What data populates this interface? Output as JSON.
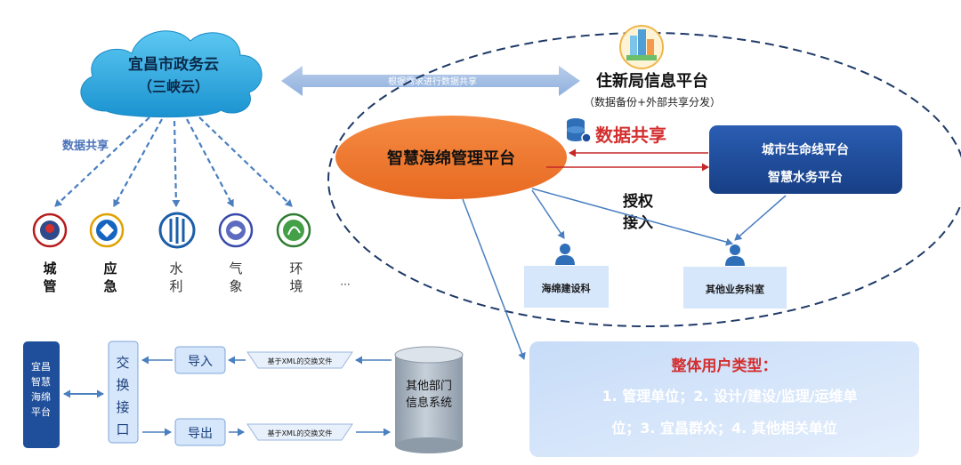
{
  "cloud": {
    "line1": "宜昌市政务云",
    "line2": "（三峡云）"
  },
  "link_top": "根据需求进行数据共享",
  "housing_platform": {
    "title": "住新局信息平台",
    "subtitle": "（数据备份+外部共享分发）"
  },
  "data_share_left": "数据共享",
  "data_share_main": "数据共享",
  "sponge_platform": "智慧海绵管理平台",
  "city_lifeline": {
    "line1": "城市生命线平台",
    "line2": "智慧水务平台"
  },
  "authorize": {
    "line1": "授权",
    "line2": "接入"
  },
  "sponge_dept": "海绵建设科",
  "other_dept": "其他业务科室",
  "agencies": [
    {
      "c1": "城",
      "c2": "管",
      "color": "#b71c1c"
    },
    {
      "c1": "应",
      "c2": "急",
      "color": "#1565c0"
    },
    {
      "c1": "水",
      "c2": "利",
      "color": "#1a5fa8"
    },
    {
      "c1": "气",
      "c2": "象",
      "color": "#3949ab"
    },
    {
      "c1": "环",
      "c2": "境",
      "color": "#2e7d32"
    }
  ],
  "ellipsis": "···",
  "bottom": {
    "yichang_box": [
      "宜昌",
      "智慧",
      "海绵",
      "平台"
    ],
    "exchange_box": [
      "交",
      "换",
      "接",
      "口"
    ],
    "import_label": "导入",
    "export_label": "导出",
    "xml_top": "基于XML的交换文件",
    "xml_bottom": "基于XML的交换文件",
    "other_system": [
      "其他部门",
      "信息系统"
    ]
  },
  "user_types": {
    "title": "整体用户类型：",
    "line1": "1. 管理单位；2. 设计/建设/监理/运维单",
    "line2": "位；3. 宜昌群众；4. 其他相关单位"
  },
  "colors": {
    "cloud": "#29a9e0",
    "sponge": "#f07a30",
    "lifeline": "#1f4e9a",
    "red_text": "#d32f2f",
    "arrow_blue": "#4a7fc0",
    "user_box": "#d6e6fb"
  }
}
